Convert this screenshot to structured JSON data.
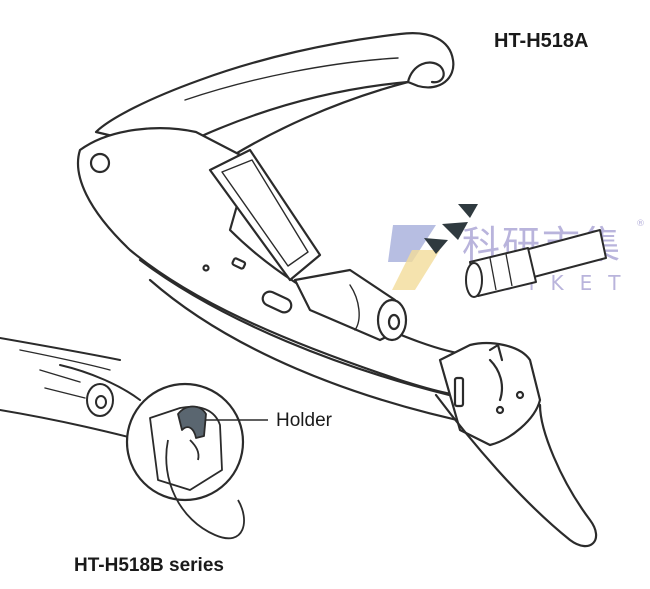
{
  "model_a": "HT-H518A",
  "model_b": "HT-H518B series",
  "callout": "Holder",
  "watermark": {
    "cjk": "科研市集",
    "latin": "SCIKET",
    "registered": "®",
    "colors": {
      "blue": "#9fa8d8",
      "gold": "#f2dc9a",
      "purple": "#b9b4dc"
    }
  },
  "colors": {
    "line": "#2b2b2b",
    "holder": "#5a6670",
    "arrow": "#2f3a3f"
  }
}
